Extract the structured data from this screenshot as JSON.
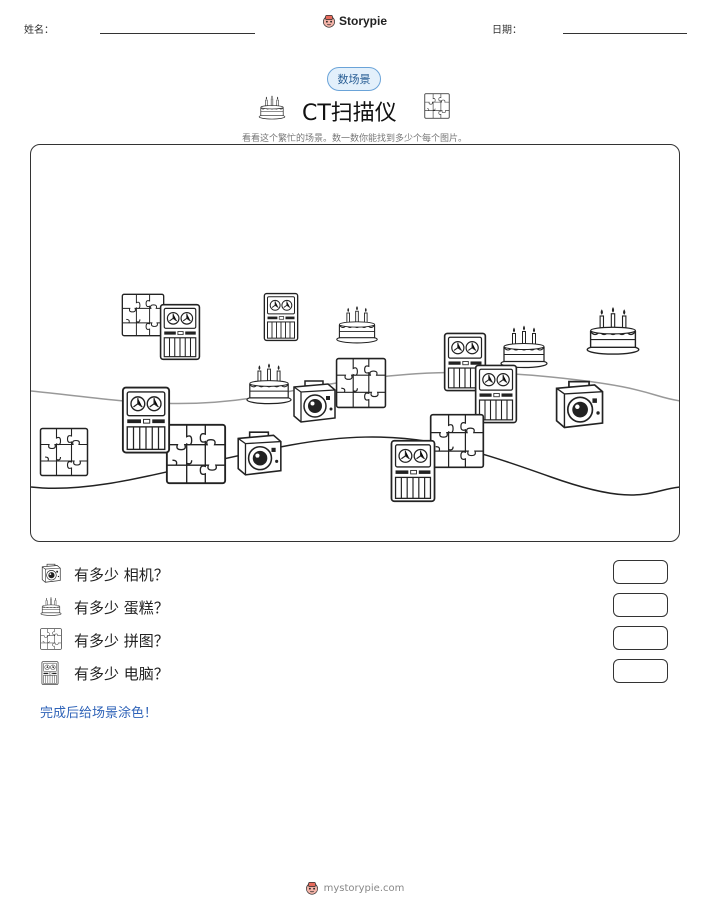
{
  "header": {
    "name_label": "姓名：",
    "date_label": "日期："
  },
  "brand": {
    "name": "Storypie",
    "logo_icon": "storypie-mascot-icon"
  },
  "category": "数场景",
  "title": "CT扫描仪",
  "instructions": "看看这个繁忙的场景。数一数你能找到多少个每个图片。",
  "scene_objects": [
    {
      "kind": "puzzle",
      "icon": "puzzle-icon"
    },
    {
      "kind": "computer",
      "icon": "computer-icon"
    },
    {
      "kind": "computer",
      "icon": "computer-icon"
    },
    {
      "kind": "cake",
      "icon": "cake-icon"
    },
    {
      "kind": "computer",
      "icon": "computer-icon"
    },
    {
      "kind": "cake",
      "icon": "cake-icon"
    },
    {
      "kind": "cake",
      "icon": "cake-icon"
    },
    {
      "kind": "cake",
      "icon": "cake-icon"
    },
    {
      "kind": "camera",
      "icon": "camera-icon"
    },
    {
      "kind": "puzzle",
      "icon": "puzzle-icon"
    },
    {
      "kind": "computer",
      "icon": "computer-icon"
    },
    {
      "kind": "camera",
      "icon": "camera-icon"
    },
    {
      "kind": "puzzle",
      "icon": "puzzle-icon"
    },
    {
      "kind": "puzzle",
      "icon": "puzzle-icon"
    },
    {
      "kind": "camera",
      "icon": "camera-icon"
    },
    {
      "kind": "puzzle",
      "icon": "puzzle-icon"
    },
    {
      "kind": "computer",
      "icon": "computer-icon"
    },
    {
      "kind": "computer",
      "icon": "computer-icon"
    }
  ],
  "questions": [
    {
      "icon": "camera-icon",
      "prefix": "有多少",
      "item": "相机？"
    },
    {
      "icon": "cake-icon",
      "prefix": "有多少",
      "item": "蛋糕？"
    },
    {
      "icon": "puzzle-icon",
      "prefix": "有多少",
      "item": "拼图？"
    },
    {
      "icon": "computer-icon",
      "prefix": "有多少",
      "item": "电脑？"
    }
  ],
  "color_note": "完成后给场景涂色！",
  "footer": {
    "site": "mystorypie.com"
  },
  "colors": {
    "accent_blue": "#2f63b8",
    "pill_fill": "#e3f0fb",
    "pill_border": "#6aa3d8"
  }
}
